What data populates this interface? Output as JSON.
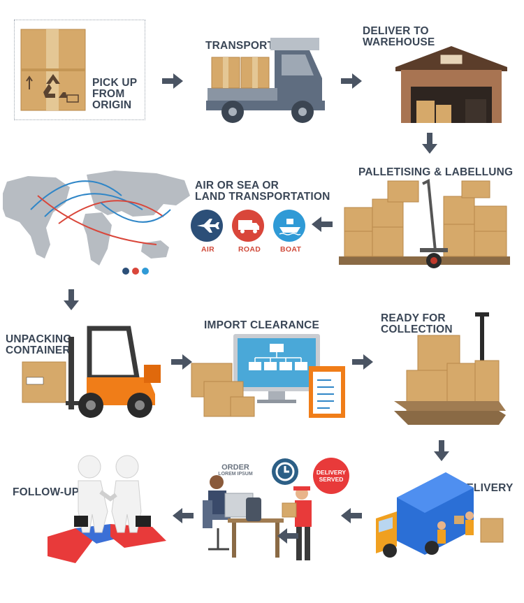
{
  "steps": {
    "pickup": [
      "PICK UP",
      "FROM",
      "ORIGIN"
    ],
    "transport": "TRANSPORT",
    "deliver_warehouse": [
      "DELIVER TO",
      "WAREHOUSE"
    ],
    "palletising": "PALLETISING & LABELLUNG",
    "air_sea_land": [
      "AIR OR SEA OR",
      "LAND TRANSPORTATION"
    ],
    "unpacking": [
      "UNPACKING",
      "CONTAINER"
    ],
    "import_clearance": "IMPORT CLEARANCE",
    "ready_collection": [
      "READY FOR",
      "COLLECTION"
    ],
    "delivery": "DELIVERY",
    "follow_up": "FOLLOW-UP"
  },
  "modes": {
    "air": "AIR",
    "road": "ROAD",
    "boat": "BOAT"
  },
  "order_sign": {
    "title": "ORDER",
    "subtitle": "LOREM IPSUM"
  },
  "delivery_badge": [
    "DELIVERY",
    "SERVED"
  ],
  "colors": {
    "text": "#3a4656",
    "arrow": "#4a5463",
    "air": "#2c4f78",
    "road": "#d9463a",
    "boat": "#2f9ad6",
    "box": "#d6a96a",
    "truck": "#5f6d80",
    "forklift": "#f07d18"
  }
}
